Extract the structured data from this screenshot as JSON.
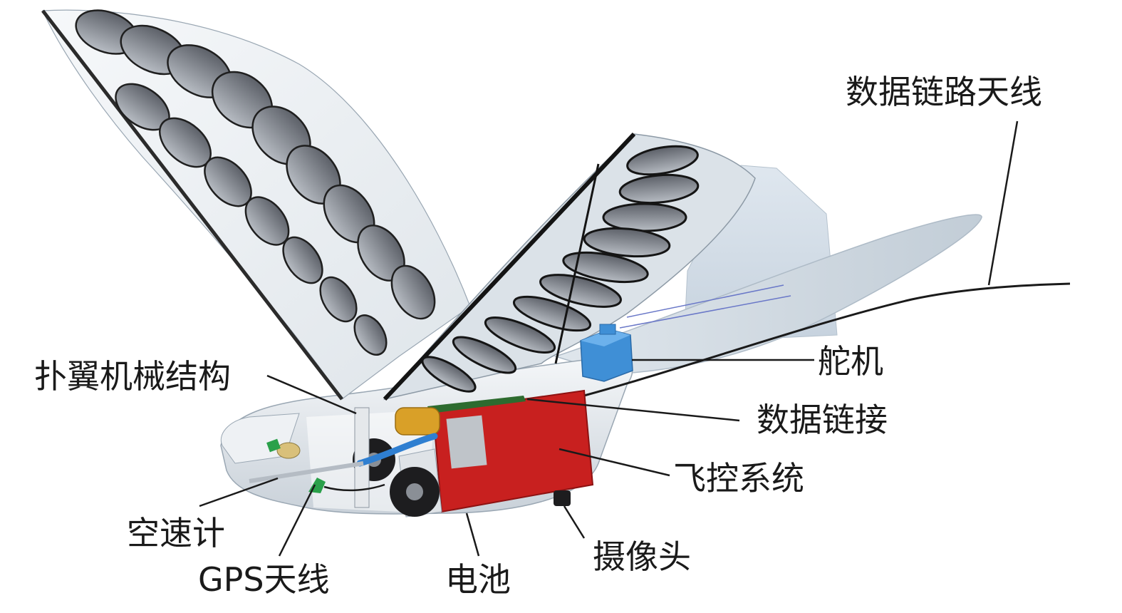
{
  "labels": {
    "datalink_antenna": "数据链路天线",
    "flapping_mechanism": "扑翼机械结构",
    "servo": "舵机",
    "datalink_connector": "数据链接",
    "flight_control": "飞控系统",
    "airspeed_meter": "空速计",
    "gps_prefix": "GPS",
    "gps_suffix": "天线",
    "battery": "电池",
    "camera": "摄像头"
  },
  "colors": {
    "body_shell": "#e9edf1",
    "wing_feather": "#3c3f44",
    "wing_membrane": "#d9e0e6",
    "servo": "#3f8fd6",
    "flight_controller": "#c8201f",
    "battery_gold": "#d9a028",
    "motor": "#1d1d1f",
    "gps_patch": "#2aa04a",
    "leader_line": "#1a1a1a"
  }
}
